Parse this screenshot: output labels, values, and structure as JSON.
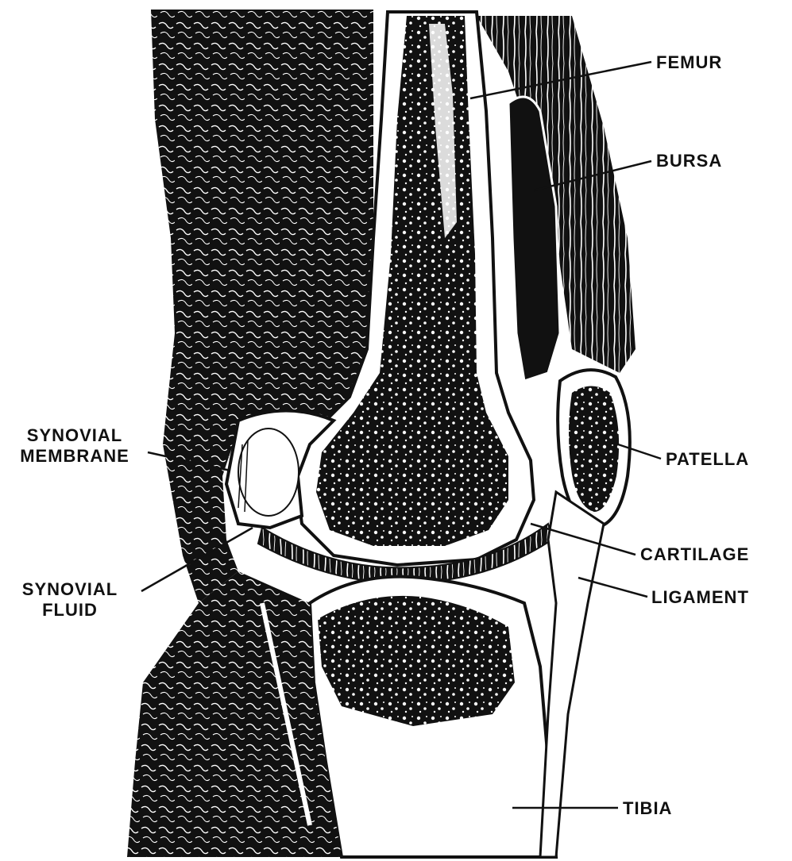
{
  "labels": {
    "femur": "FEMUR",
    "bursa": "BURSA",
    "patella": "PATELLA",
    "cartilage": "CARTILAGE",
    "ligament": "LIGAMENT",
    "tibia": "TIBIA",
    "synovial_membrane": [
      "SYNOVIAL",
      "MEMBRANE"
    ],
    "synovial_fluid": [
      "SYNOVIAL",
      "FLUID"
    ]
  },
  "colors": {
    "ink": "#111111",
    "paper": "#ffffff"
  }
}
